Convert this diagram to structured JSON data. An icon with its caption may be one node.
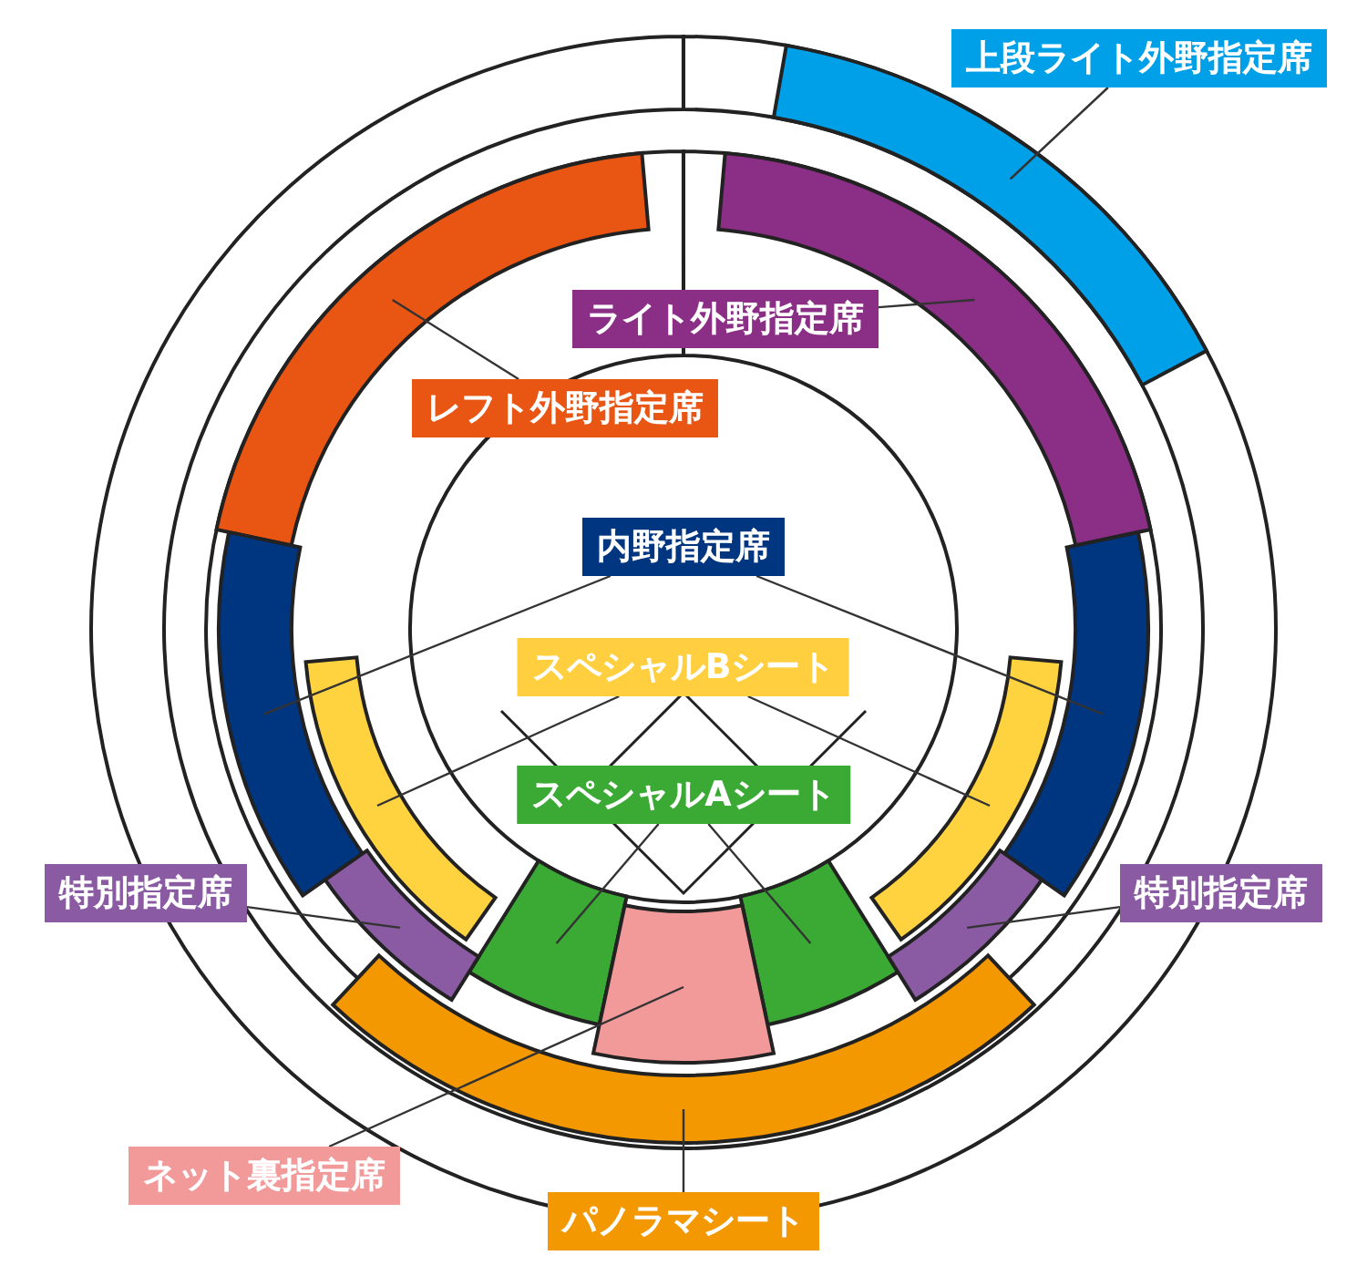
{
  "diagram": {
    "nodes": [
      {
        "text": [
          "上段ライト外野指定席"
        ]
      },
      {
        "text": [
          "ライト外野指定席"
        ]
      },
      {
        "text": [
          "レフト外野指定席"
        ]
      },
      {
        "text": [
          "内野指定席"
        ]
      },
      {
        "text": [
          "スペシャルBシート"
        ]
      },
      {
        "text": [
          "スペシャルAシート"
        ]
      },
      {
        "text": [
          "特別指定席"
        ]
      },
      {
        "text": [
          "特別指定席"
        ]
      },
      {
        "text": [
          "ネット裏指定席"
        ]
      },
      {
        "text": [
          "パノラマシート"
        ]
      },
      {
        "text": [],
        "shape": "arc"
      },
      {
        "text": [],
        "shape": "arc"
      },
      {
        "text": [],
        "shape": "arc"
      },
      {
        "text": [],
        "shape": "arc"
      },
      {
        "text": [],
        "shape": "arc"
      },
      {
        "text": [],
        "shape": "arc"
      },
      {
        "text": [],
        "shape": "arc"
      },
      {
        "text": [],
        "shape": "arc"
      },
      {
        "text": [],
        "shape": "arc"
      },
      {
        "text": [],
        "shape": "arc"
      },
      {
        "text": [],
        "shape": "arc"
      },
      {
        "text": [],
        "shape": "arc"
      },
      {
        "text": [],
        "shape": "arc"
      }
    ],
    "edges": [
      {
        "from": 0,
        "to": 10,
        "arrow": "none"
      },
      {
        "from": 1,
        "to": 11,
        "arrow": "none"
      },
      {
        "from": 2,
        "to": 12,
        "arrow": "none"
      },
      {
        "from": 3,
        "to": 13,
        "arrow": "none"
      },
      {
        "from": 3,
        "to": 14,
        "arrow": "none"
      },
      {
        "from": 4,
        "to": 15,
        "arrow": "none"
      },
      {
        "from": 4,
        "to": 16,
        "arrow": "none"
      },
      {
        "from": 5,
        "to": 17,
        "arrow": "none"
      },
      {
        "from": 5,
        "to": 18,
        "arrow": "none"
      },
      {
        "from": 6,
        "to": 19,
        "arrow": "none"
      },
      {
        "from": 7,
        "to": 20,
        "arrow": "none"
      },
      {
        "from": 8,
        "to": 21,
        "arrow": "none"
      },
      {
        "from": 9,
        "to": 22,
        "arrow": "none"
      }
    ]
  }
}
